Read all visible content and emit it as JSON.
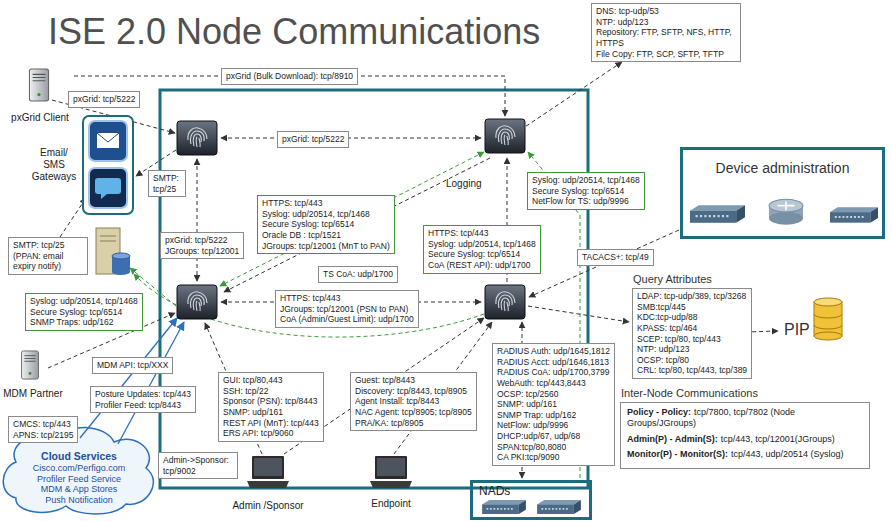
{
  "diagram": {
    "title": "ISE 2.0 Node Communications",
    "nodes": [
      {
        "text": [
          "DNS: tcp-udp/53",
          "NTP: udp/123",
          "Repository: FTP, SFTP, NFS, HTTP, HTTPS",
          "File Copy: FTP, SCP, SFTP, TFTP"
        ]
      },
      {
        "text": [
          "pxGrid Client"
        ]
      },
      {
        "text": [
          "pxGrid: tcp/5222"
        ]
      },
      {
        "text": [
          "pxGrid: tcp/5222"
        ]
      },
      {
        "text": [
          "Email/ SMS Gateways"
        ]
      },
      {
        "text": [
          "Logging"
        ]
      },
      {
        "text": [
          "Device administration"
        ]
      },
      {
        "text": [
          "SMTP: tcp/25"
        ]
      },
      {
        "text": [
          "Syslog: udp/20514, tcp/1468",
          "Secure Syslog: tcp/6514",
          "NetFlow for TS: udp/9996"
        ]
      },
      {
        "text": [
          "HTTPS: tcp/443",
          "Syslog: udp/20514, tcp/1468",
          "Secure Syslog: tcp/6514",
          "Oracle DB : tcp/1521",
          "JGroups: tcp/12001 (MnT to PAN)"
        ]
      },
      {
        "text": [
          "pxGrid: tcp/5222",
          "JGroups: tcp/12001"
        ]
      },
      {
        "text": [
          "HTTPS: tcp/443",
          "Syslog: udp/20514, tcp/1468",
          "Secure Syslog: tcp/6514",
          "CoA (REST API): udp/1700"
        ]
      },
      {
        "text": [
          "SMTP: tcp/25",
          "(PPAN: email expiry notify)"
        ]
      },
      {
        "text": [
          "TACACS+: tcp/49"
        ]
      },
      {
        "text": [
          "TS CoA: udp/1700"
        ]
      },
      {
        "text": [
          "Query Attributes",
          "LDAP: tcp-udp/389, tcp/3268",
          "SMB:tcp/445",
          "KDC:tcp-udp/88",
          "KPASS: tcp/464",
          "SCEP: tcp/80, tcp/443",
          "NTP: udp/123",
          "OCSP: tcp/80",
          "CRL: tcp/80, tcp/443, tcp/389"
        ]
      },
      {
        "text": [
          "PIP"
        ]
      },
      {
        "text": [
          "Syslog: udp/20514, tcp/1468",
          "Secure Syslog: tcp/6514",
          "SNMP Traps: udp/162"
        ]
      },
      {
        "text": [
          "HTTPS: tcp/443",
          "JGroups: tcp/12001 (PSN to PAN)",
          "CoA (Admin/Guest Limit): udp/1700"
        ]
      },
      {
        "text": [
          "MDM Partner"
        ]
      },
      {
        "text": [
          "MDM API: tcp/XXX"
        ]
      },
      {
        "text": [
          "RADIUS Auth: udp/1645,1812",
          "RADIUS Acct: udp/1646,1813",
          "RADIUS CoA: udp/1700,3799",
          "WebAuth: tcp/443,8443",
          "OCSP: tcp/2560",
          "SNMP: udp/161",
          "SNMP Trap: udp/162",
          "NetFlow: udp/9996",
          "DHCP:udp/67, udp/68",
          "SPAN:tcp/80,8080",
          "CA PKI:tcp/9090"
        ]
      },
      {
        "text": [
          "Inter-Node Communications",
          "Policy - Policy:",
          "tcp/7800, tcp/7802 (Node Groups/JGroups)",
          "Admin(P) - Admin(S):",
          "tcp/443, tcp/12001(JGroups)",
          "Monitor(P) - Monitor(S):",
          "tcp/443, udp/20514 (Syslog)"
        ]
      },
      {
        "text": [
          "Posture Updates: tcp/443",
          "Profiler Feed: tcp/8443"
        ]
      },
      {
        "text": [
          "CMCS: tcp/443",
          "APNS: tcp/2195"
        ]
      },
      {
        "text": [
          "GUI: tcp/80,443",
          "SSH: tcp/22",
          "Sponsor (PSN): tcp/8443",
          "SNMP: udp/161",
          "REST API (MnT): tcp/443",
          "ERS API: tcp/9060"
        ]
      },
      {
        "text": [
          "Guest: tcp/8443",
          "Discovery: tcp/8443, tcp/8905",
          "Agent Install: tcp/8443",
          "NAC Agent: tcp/8905; tcp/8905",
          "PRA/KA: tcp/8905"
        ]
      },
      {
        "text": [
          "Cloud Services",
          "Cisco.com/Perfigo.com",
          "Profiler Feed Service",
          "MDM & App Stores",
          "Push Notification"
        ]
      },
      {
        "text": [
          "Admin->Sponsor: tcp/9002"
        ]
      },
      {
        "text": [
          "Admin /Sponsor"
        ]
      },
      {
        "text": [
          "Endpoint"
        ]
      },
      {
        "text": [
          "NADs"
        ]
      }
    ],
    "edges": [
      {
        "from": 1,
        "to": 5,
        "arrow": "to",
        "label": "pxGrid (Bulk Download): tcp/8910"
      },
      {
        "from": 5,
        "to": 0,
        "arrow": "to"
      },
      {
        "from": 15,
        "to": 16,
        "arrow": "to"
      }
    ]
  }
}
